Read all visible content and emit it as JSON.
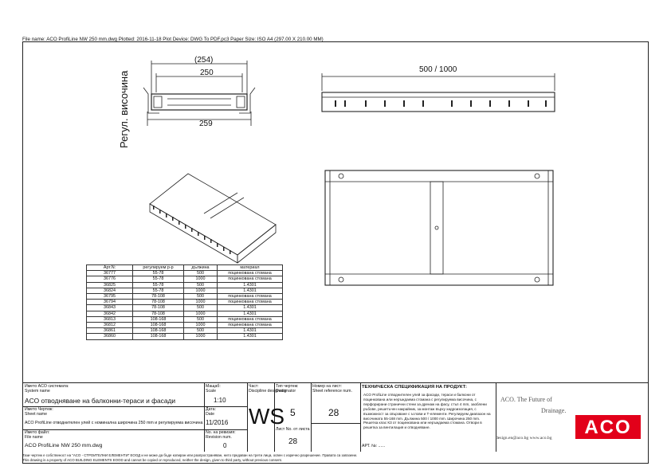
{
  "header": "File name: ACO ProfiLine NW 250 mm.dwg   Plotted: 2016-11-18   Plot Device: DWG To PDF.pc3   Paper Size: ISO A4 (297.00 X 210.00 MM)",
  "drawing": {
    "dim_254": "(254)",
    "dim_250": "250",
    "dim_259": "259",
    "vertical_label": "Регул. височина",
    "dim_length": "500 / 1000"
  },
  "table": {
    "headers": [
      "Арт.N:",
      "регулируем р-р",
      "дължина",
      "материал"
    ],
    "rows": [
      [
        "36777",
        "55-78",
        "500",
        "поцинкована стомана"
      ],
      [
        "36776",
        "55-78",
        "1000",
        "поцинкована стомана"
      ],
      [
        "36825",
        "55-78",
        "500",
        "1.4301"
      ],
      [
        "36824",
        "55-78",
        "1000",
        "1.4301"
      ],
      [
        "36795",
        "78-108",
        "500",
        "поцинкована стомана"
      ],
      [
        "36794",
        "78-108",
        "1000",
        "поцинкована стомана"
      ],
      [
        "36843",
        "78-108",
        "500",
        "1.4301"
      ],
      [
        "36842",
        "78-108",
        "1000",
        "1.4301"
      ],
      [
        "36813",
        "108-168",
        "500",
        "поцинкована стомана"
      ],
      [
        "36812",
        "108-168",
        "1000",
        "поцинкована стомана"
      ],
      [
        "36861",
        "108-168",
        "500",
        "1.4301"
      ],
      [
        "36860",
        "108-168",
        "1000",
        "1.4301"
      ]
    ]
  },
  "title_block": {
    "system_label": "Името ACO системата:\nSystem name",
    "system_name": "ACO отводняване на балконни-тераси и фасади",
    "sheet_label": "Името Чертеж:\nSheet name",
    "sheet_name": "ACO ProfiLine отводнителен улей с номинална широчина 250 mm и регулируема височина",
    "file_label": "Името файл:\nFile name",
    "file_name": "ACO ProfiLine NW 250 mm.dwg",
    "scale_label": "Мащаб:\nScale",
    "scale": "1:10",
    "date_label": "Дата:\nDate",
    "date": "11/2016",
    "revision_label": "No. на ревизия:\nRevision num.",
    "revision": "0",
    "discipline_label": "Част:\nDiscipline designator",
    "discipline": "WS",
    "type_label": "Тип чертеж:\nDesignator",
    "type": "5",
    "sheet_count_label": "Лист No. от листа",
    "sheet_count": "28",
    "sheet_ref_label": "Номер на лист:\nSheet reference num.",
    "sheet_ref": "28",
    "spec_title": "ТЕХНИЧЕСКА СПЕЦИФИКАЦИЯ НА ПРОДУКТ:",
    "spec_text": "ACO ProfiLine отводнителен улей за фасади, тераси и балкони от поцинкована или неръждаема стомана с регулируема височина, с перфорирани странични стени за дренаж на фасу, стъп 4 mm, заоблени ръбове, решетъчен накрайник, за монтаж върху хидроизолация, с възможност за свързване с ъглови и Т-елементи. Регулируем диапазон на височината 55-168 mm. Дължина 500 / 1000 mm. Широчина 250 mm. Решетка клас К3 от поцинкована или неръждаема стомана. Отвори в решетка за вентилация и отводняване.",
    "apt_label": "АРТ. №: ......",
    "company_line1": "ACO. The Future of",
    "company_line2": "Drainage.",
    "company_contacts": "design.en@aco.bg   www.aco.bg",
    "logo": "ACO"
  },
  "footer_bg": "Тази чертеж е собственост на \"ACO - СТРОИТЕЛНИ ЕЛЕМЕНТИ\" ЕООД и не може да бъде копиран или разпространяван, нито предаван на трети лица, освен с изрично разрешение. Правата са запазени.",
  "footer_en": "This drawing is a property of ACO BUILDING ELEMENTS EOOD and cannot be copied or reproduced, neither the design, given to third party, without previous consent."
}
